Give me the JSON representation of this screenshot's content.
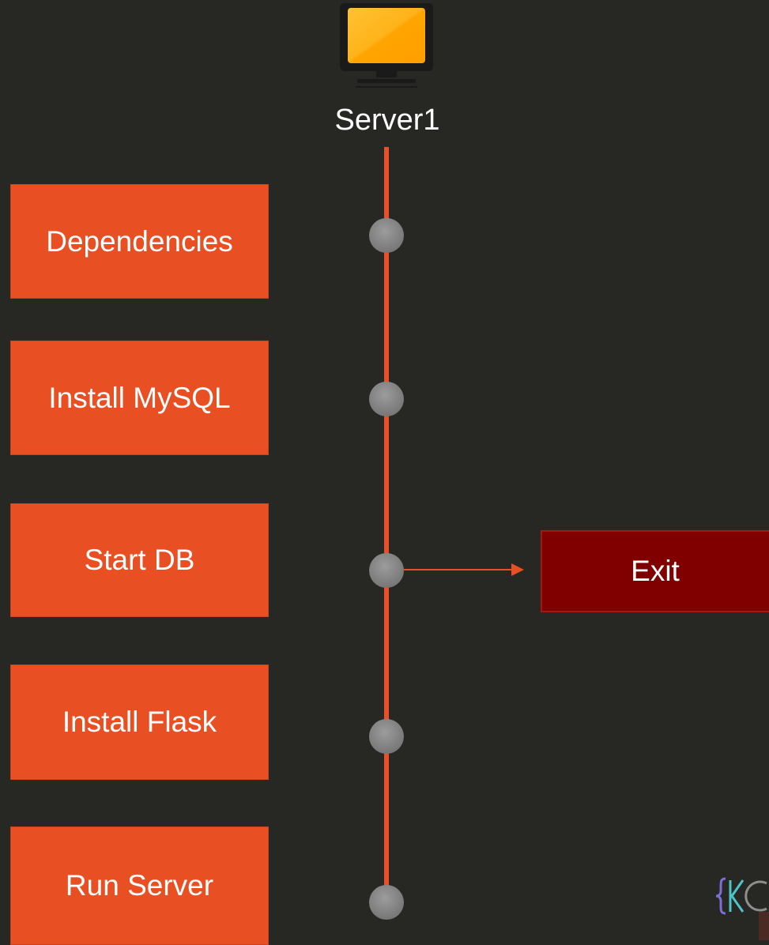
{
  "diagram": {
    "server": {
      "label": "Server1",
      "icon": "monitor-icon",
      "screen_color": "#ffab00",
      "frame_color": "#1c1c1c"
    },
    "steps": [
      {
        "label": "Dependencies"
      },
      {
        "label": "Install MySQL"
      },
      {
        "label": "Start DB"
      },
      {
        "label": "Install Flask"
      },
      {
        "label": "Run Server"
      }
    ],
    "exit": {
      "label": "Exit",
      "from_step": "Start DB"
    },
    "logo": {
      "icon": "brand-logo-icon"
    },
    "colors": {
      "background": "#272723",
      "step_fill": "#e84f22",
      "exit_fill": "#800000",
      "timeline": "#e8502a",
      "node": "#808080"
    }
  }
}
